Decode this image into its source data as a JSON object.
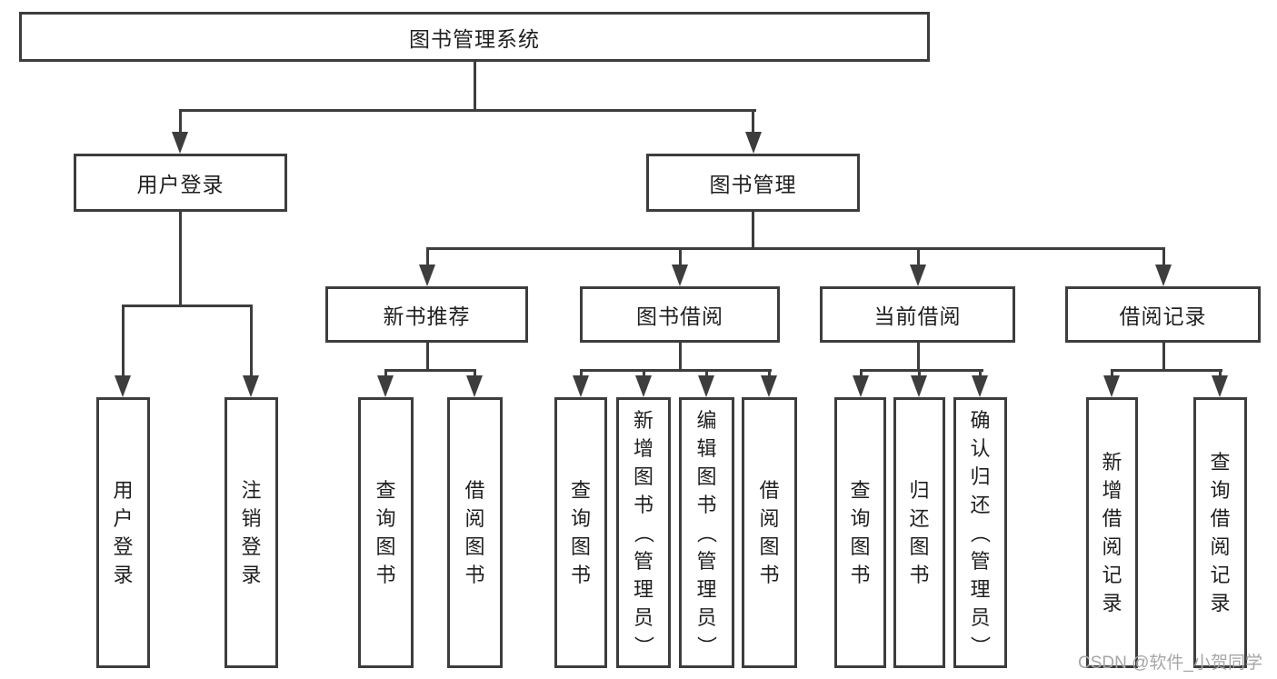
{
  "diagram": {
    "root": {
      "label": "图书管理系统"
    },
    "level2": [
      {
        "label": "用户登录"
      },
      {
        "label": "图书管理"
      }
    ],
    "level3": [
      {
        "label": "新书推荐"
      },
      {
        "label": "图书借阅"
      },
      {
        "label": "当前借阅"
      },
      {
        "label": "借阅记录"
      }
    ],
    "leaf_groups": [
      {
        "parent": "用户登录",
        "items": [
          "用户登录",
          "注销登录"
        ]
      },
      {
        "parent": "新书推荐",
        "items": [
          "查询图书",
          "借阅图书"
        ]
      },
      {
        "parent": "图书借阅",
        "items": [
          "查询图书",
          "新增图书（管理员）",
          "编辑图书（管理员）",
          "借阅图书"
        ]
      },
      {
        "parent": "当前借阅",
        "items": [
          "查询图书",
          "归还图书",
          "确认归还（管理员）"
        ]
      },
      {
        "parent": "借阅记录",
        "items": [
          "新增借阅记录",
          "查询借阅记录"
        ]
      }
    ],
    "colors": {
      "line": "#3d3d3d",
      "text": "#1f1f1f",
      "background": "#ffffff",
      "watermark": "#a6a6a6"
    },
    "watermark": "CSDN @软件_小贺同学"
  }
}
